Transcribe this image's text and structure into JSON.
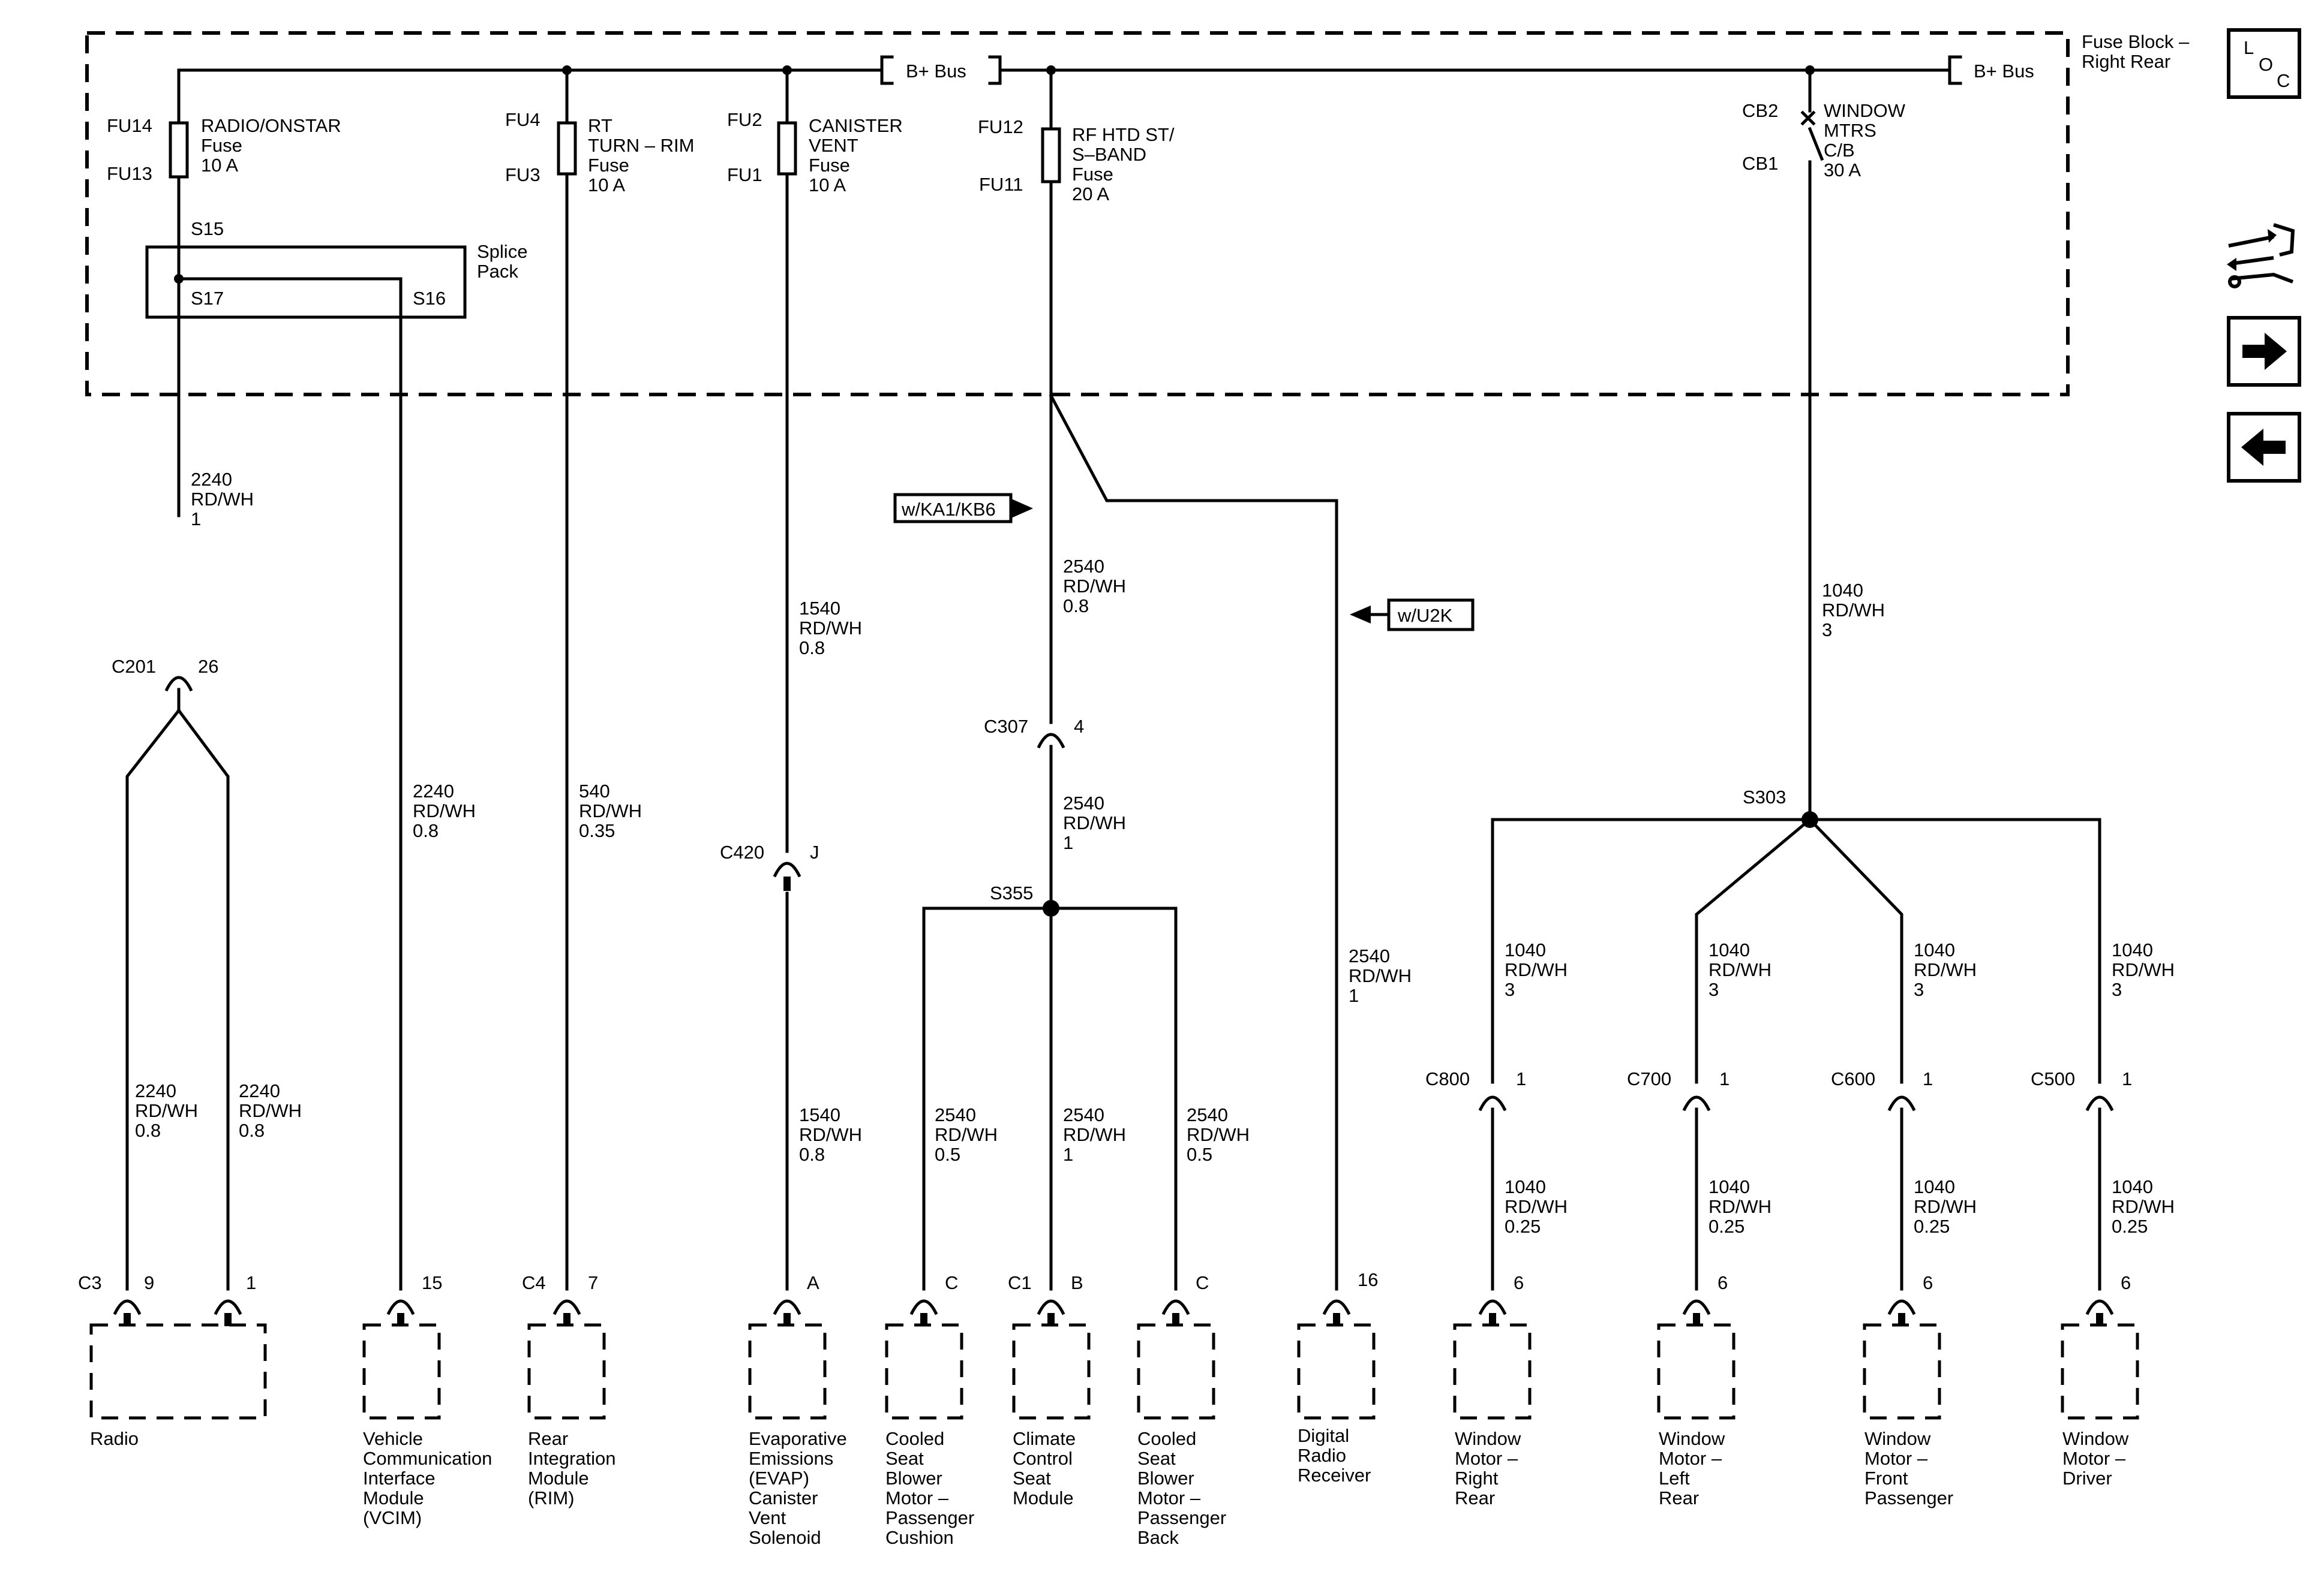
{
  "fuse_block": {
    "title": [
      "Fuse Block –",
      "Right Rear"
    ],
    "bus_left": "B+ Bus",
    "bus_right": "B+ Bus"
  },
  "loc_icon": {
    "letters": [
      "L",
      "O",
      "C"
    ]
  },
  "fuses": [
    {
      "id": "radio",
      "top": "FU14",
      "bottom": "FU13",
      "label": [
        "RADIO/ONSTAR",
        "Fuse",
        "10 A"
      ]
    },
    {
      "id": "rt-rim",
      "top": "FU4",
      "bottom": "FU3",
      "label": [
        "RT",
        "TURN – RIM",
        "Fuse",
        "10 A"
      ]
    },
    {
      "id": "canister",
      "top": "FU2",
      "bottom": "FU1",
      "label": [
        "CANISTER",
        "VENT",
        "Fuse",
        "10 A"
      ]
    },
    {
      "id": "rf-htd",
      "top": "FU12",
      "bottom": "FU11",
      "label": [
        "RF HTD ST/",
        "S–BAND",
        "Fuse",
        "20 A"
      ]
    }
  ],
  "breaker": {
    "top": "CB2",
    "bottom": "CB1",
    "label": [
      "WINDOW",
      "MTRS",
      "C/B",
      "30 A"
    ]
  },
  "splice_pack": {
    "label": [
      "Splice",
      "Pack"
    ],
    "s15": "S15",
    "s17": "S17",
    "s16": "S16"
  },
  "options": {
    "ka1": "w/KA1/KB6",
    "u2k": "w/U2K"
  },
  "wires": {
    "w2240_1": [
      "2240",
      "RD/WH",
      "1"
    ],
    "w2240_vcim": [
      "2240",
      "RD/WH",
      "0.8"
    ],
    "w540": [
      "540",
      "RD/WH",
      "0.35"
    ],
    "w1540_top": [
      "1540",
      "RD/WH",
      "0.8"
    ],
    "w1540_bot": [
      "1540",
      "RD/WH",
      "0.8"
    ],
    "w2540_08": [
      "2540",
      "RD/WH",
      "0.8"
    ],
    "w2540_1": [
      "2540",
      "RD/WH",
      "1"
    ],
    "w2540_drr": [
      "2540",
      "RD/WH",
      "1"
    ],
    "w1040_3": [
      "1040",
      "RD/WH",
      "3"
    ],
    "w2240_rl": [
      "2240",
      "RD/WH",
      "0.8"
    ],
    "w2240_rr": [
      "2240",
      "RD/WH",
      "0.8"
    ],
    "w2540_cush": [
      "2540",
      "RD/WH",
      "0.5"
    ],
    "w2540_ccsm": [
      "2540",
      "RD/WH",
      "1"
    ],
    "w2540_back": [
      "2540",
      "RD/WH",
      "0.5"
    ],
    "w1040_b1": [
      "1040",
      "RD/WH",
      "3"
    ],
    "w1040_b2": [
      "1040",
      "RD/WH",
      "3"
    ],
    "w1040_b3": [
      "1040",
      "RD/WH",
      "3"
    ],
    "w1040_b4": [
      "1040",
      "RD/WH",
      "3"
    ],
    "w1040_c1": [
      "1040",
      "RD/WH",
      "0.25"
    ],
    "w1040_c2": [
      "1040",
      "RD/WH",
      "0.25"
    ],
    "w1040_c3": [
      "1040",
      "RD/WH",
      "0.25"
    ],
    "w1040_c4": [
      "1040",
      "RD/WH",
      "0.25"
    ]
  },
  "connectors": {
    "c201": {
      "name": "C201",
      "pin": "26"
    },
    "c307": {
      "name": "C307",
      "pin": "4"
    },
    "c420": {
      "name": "C420",
      "pin": "J"
    },
    "c800": {
      "name": "C800",
      "pin": "1"
    },
    "c700": {
      "name": "C700",
      "pin": "1"
    },
    "c600": {
      "name": "C600",
      "pin": "1"
    },
    "c500": {
      "name": "C500",
      "pin": "1"
    }
  },
  "splices": {
    "s355": "S355",
    "s303": "S303"
  },
  "module_pins": {
    "radio_c3": "C3",
    "radio_a": "9",
    "radio_b": "1",
    "vcim": "15",
    "rim_c4": "C4",
    "rim": "7",
    "evap": "A",
    "cush": "C",
    "ccsm_c1": "C1",
    "ccsm": "B",
    "back": "C",
    "drr": "16",
    "wrr": "6",
    "wlr": "6",
    "wfp": "6",
    "wdr": "6"
  },
  "modules": {
    "radio": [
      "Radio"
    ],
    "vcim": [
      "Vehicle",
      "Communication",
      "Interface",
      "Module",
      "(VCIM)"
    ],
    "rim": [
      "Rear",
      "Integration",
      "Module",
      "(RIM)"
    ],
    "evap": [
      "Evaporative",
      "Emissions",
      "(EVAP)",
      "Canister",
      "Vent",
      "Solenoid"
    ],
    "cush": [
      "Cooled",
      "Seat",
      "Blower",
      "Motor –",
      "Passenger",
      "Cushion"
    ],
    "ccsm": [
      "Climate",
      "Control",
      "Seat",
      "Module"
    ],
    "back": [
      "Cooled",
      "Seat",
      "Blower",
      "Motor –",
      "Passenger",
      "Back"
    ],
    "drr": [
      "Digital",
      "Radio",
      "Receiver"
    ],
    "wrr": [
      "Window",
      "Motor –",
      "Right",
      "Rear"
    ],
    "wlr": [
      "Window",
      "Motor –",
      "Left",
      "Rear"
    ],
    "wfp": [
      "Window",
      "Motor –",
      "Front",
      "Passenger"
    ],
    "wdr": [
      "Window",
      "Motor –",
      "Driver"
    ]
  }
}
